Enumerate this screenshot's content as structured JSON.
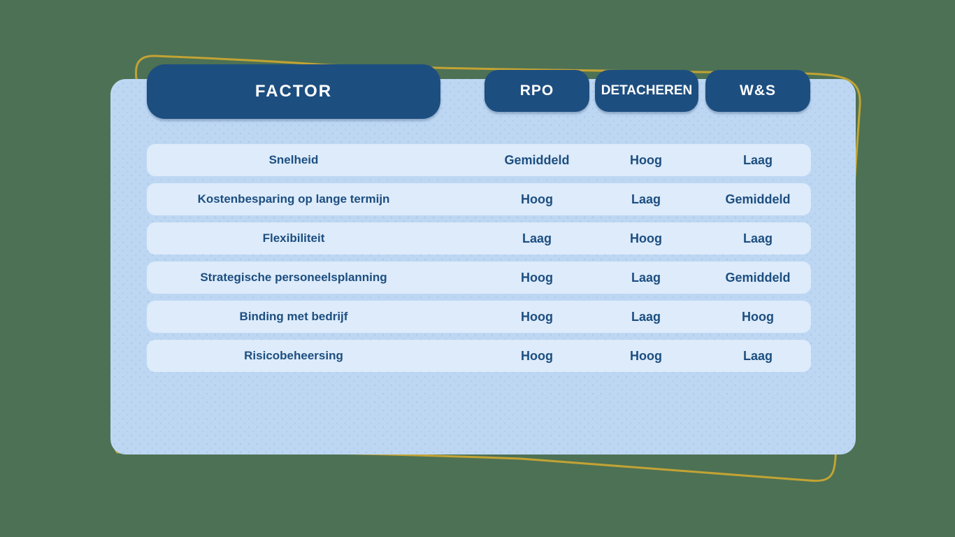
{
  "chart_data": {
    "type": "table",
    "title": "",
    "columns": [
      "FACTOR",
      "RPO",
      "DETACHEREN",
      "W&S"
    ],
    "rows": [
      [
        "Snelheid",
        "Gemiddeld",
        "Hoog",
        "Laag"
      ],
      [
        "Kostenbesparing op lange termijn",
        "Hoog",
        "Laag",
        "Gemiddeld"
      ],
      [
        "Flexibiliteit",
        "Laag",
        "Hoog",
        "Laag"
      ],
      [
        "Strategische personeelsplanning",
        "Hoog",
        "Laag",
        "Gemiddeld"
      ],
      [
        "Binding met bedrijf",
        "Hoog",
        "Laag",
        "Hoog"
      ],
      [
        "Risicobeheersing",
        "Hoog",
        "Hoog",
        "Laag"
      ]
    ],
    "layout_hints": {
      "header_style": "rounded navy pills",
      "row_style": "rounded light-blue bars on light-blue panel",
      "decoration": "gold outlined rotated rectangle behind panel"
    }
  },
  "colors": {
    "background_green": "#4d7154",
    "panel_blue": "#bdd7f3",
    "row_blue": "#ddebfa",
    "navy": "#1d4e80",
    "gold_outline": "#c2a334",
    "header_text": "#ffffff"
  }
}
